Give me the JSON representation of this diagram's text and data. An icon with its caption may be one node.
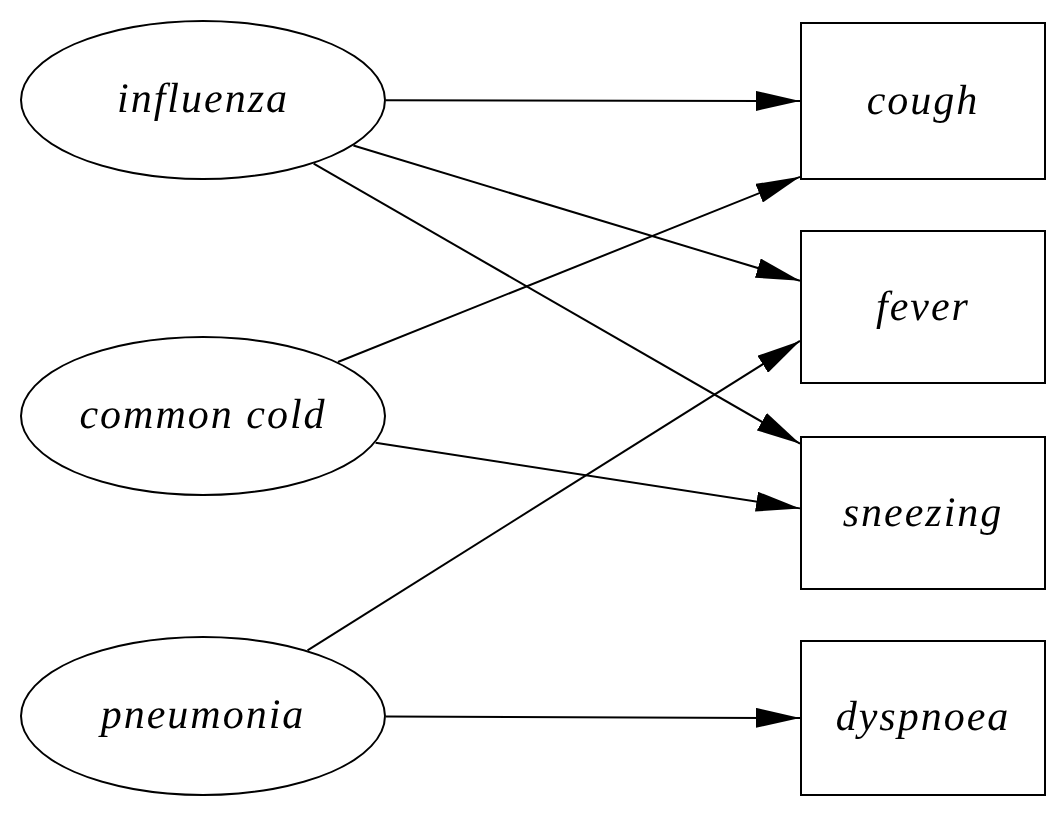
{
  "diagram": {
    "nodes": [
      {
        "text": [
          "influenza"
        ]
      },
      {
        "text": [
          "common cold"
        ]
      },
      {
        "text": [
          "pneumonia"
        ]
      },
      {
        "text": [
          "cough"
        ]
      },
      {
        "text": [
          "fever"
        ]
      },
      {
        "text": [
          "sneezing"
        ]
      },
      {
        "text": [
          "dyspnoea"
        ]
      }
    ],
    "edges": [
      {
        "from": 0,
        "to": 3,
        "arrow": "to"
      },
      {
        "from": 0,
        "to": 4,
        "arrow": "to"
      },
      {
        "from": 0,
        "to": 5,
        "arrow": "to"
      },
      {
        "from": 1,
        "to": 3,
        "arrow": "to"
      },
      {
        "from": 1,
        "to": 5,
        "arrow": "to"
      },
      {
        "from": 2,
        "to": 4,
        "arrow": "to"
      },
      {
        "from": 2,
        "to": 6,
        "arrow": "to"
      }
    ]
  }
}
